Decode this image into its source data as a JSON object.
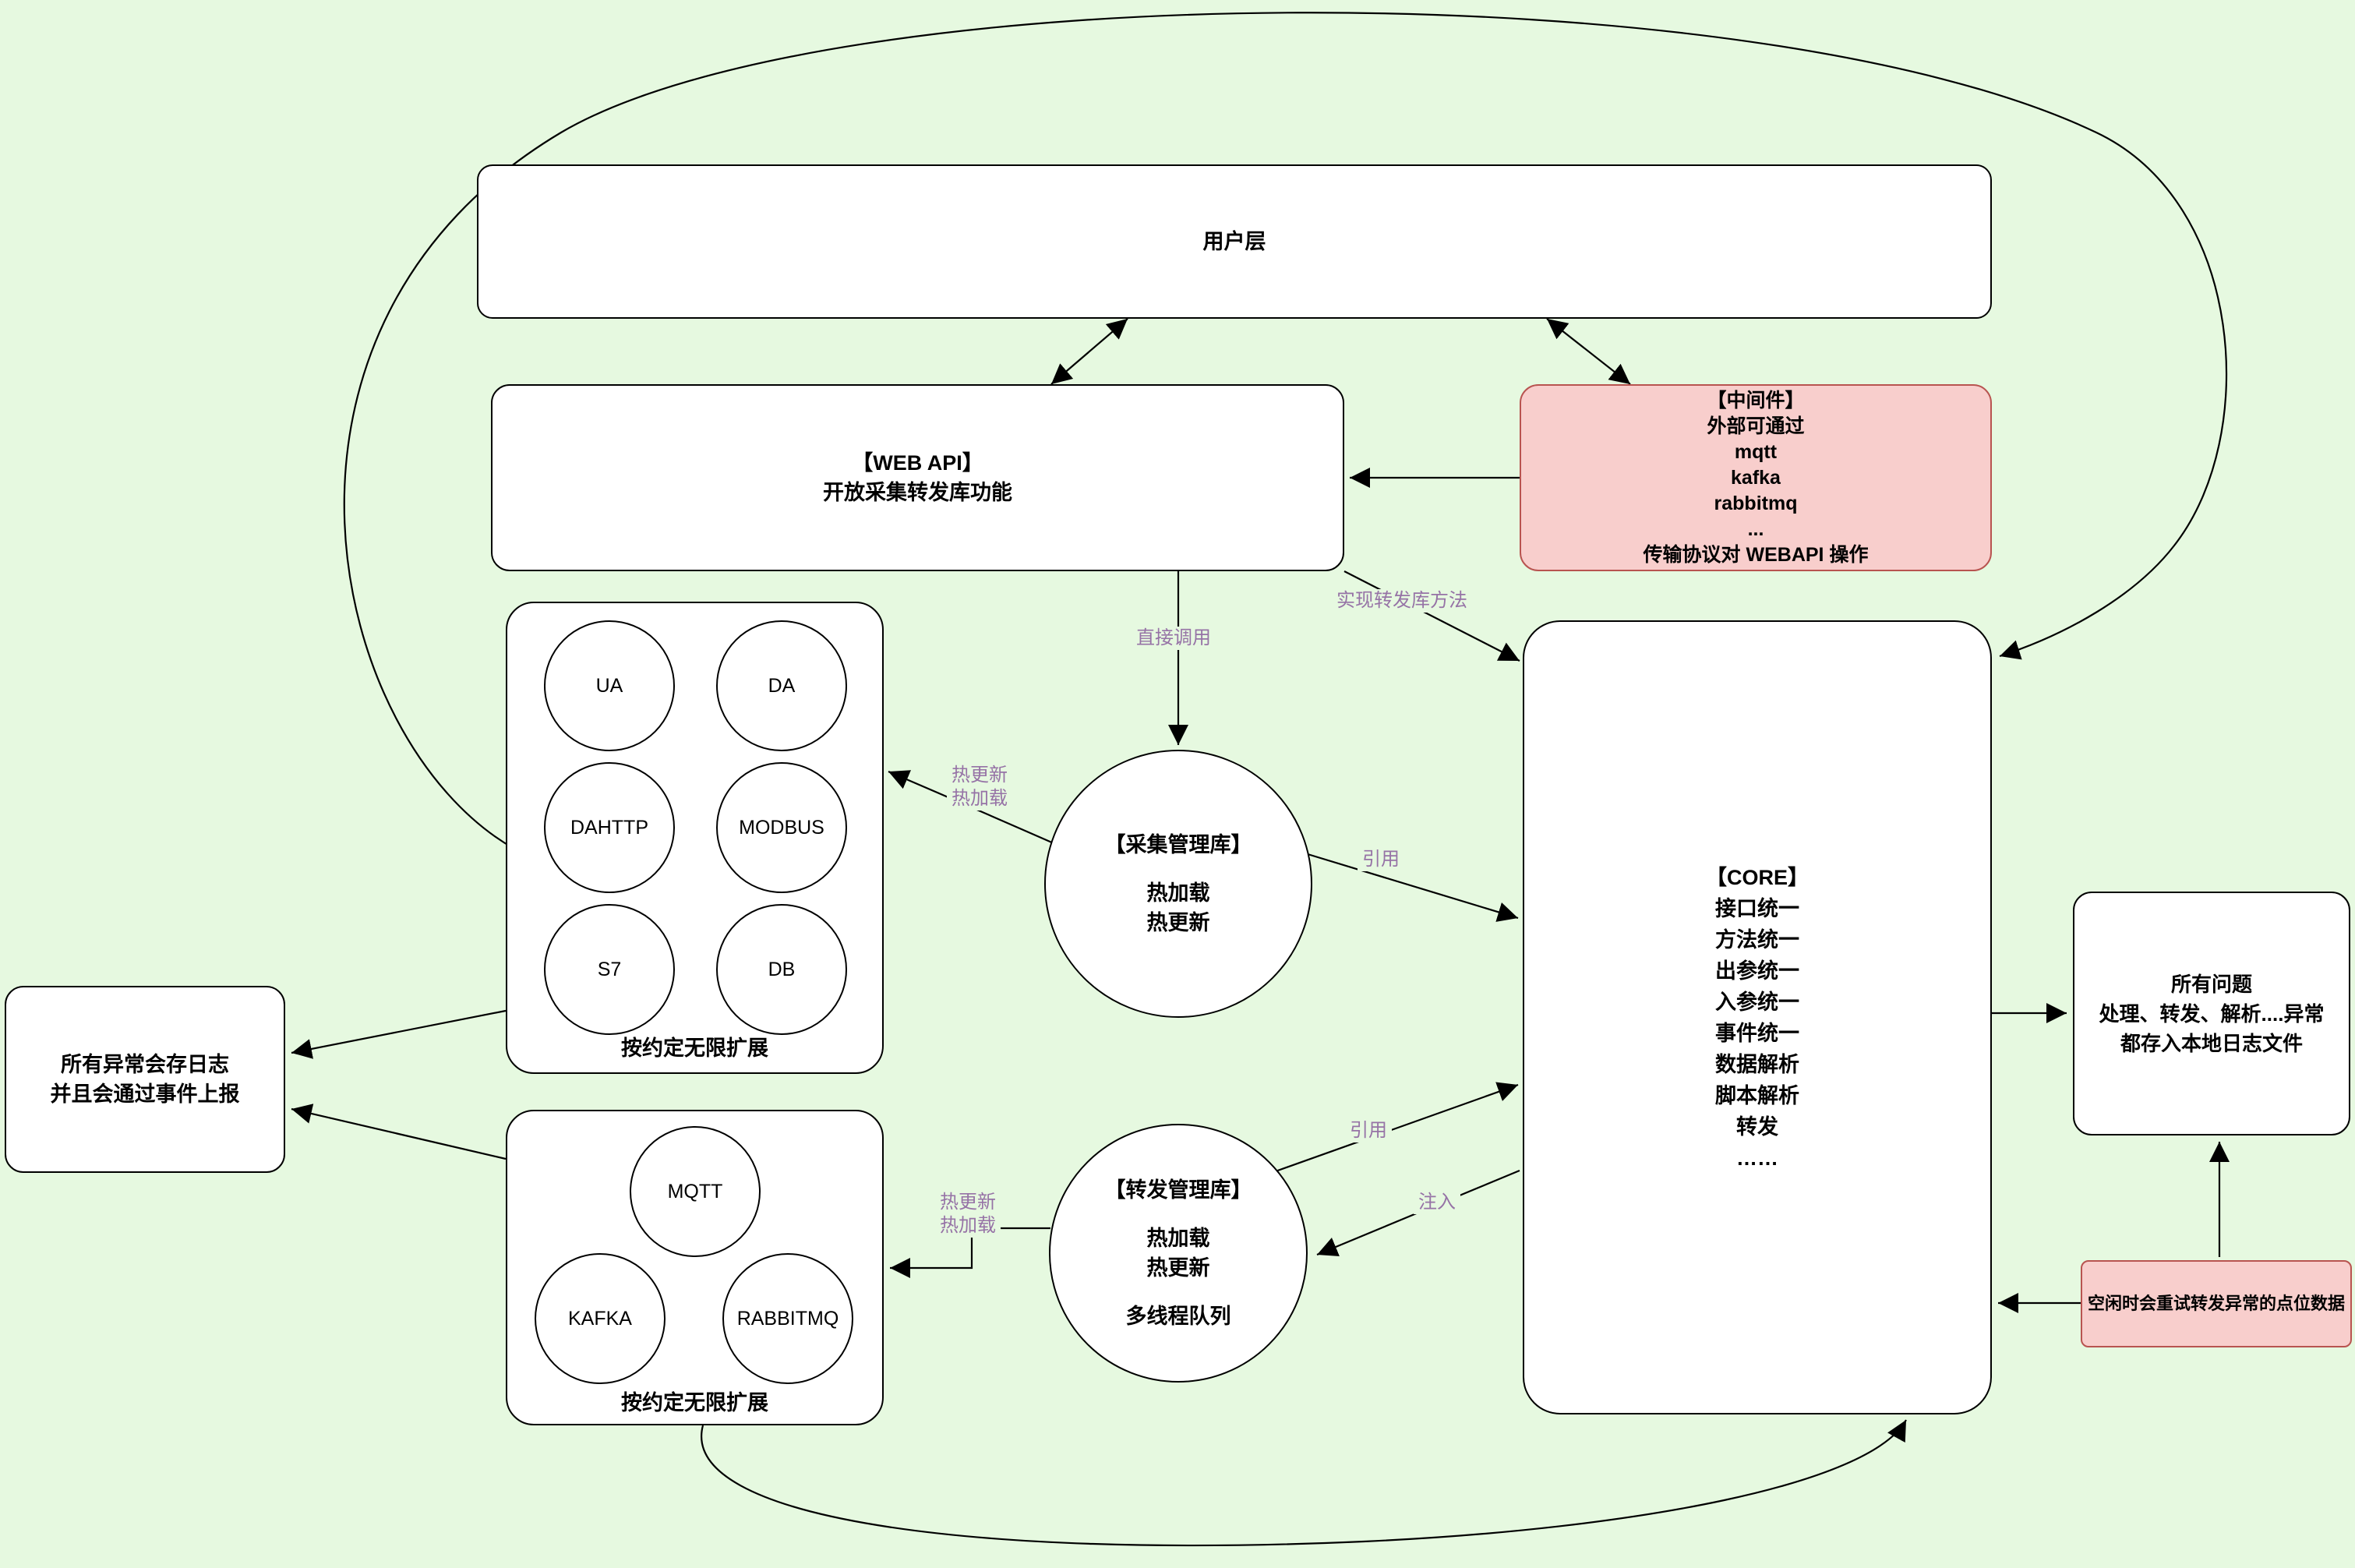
{
  "colors": {
    "background": "#e6f9e0",
    "node_fill": "#ffffff",
    "node_stroke": "#000000",
    "pink_fill": "#f8cecc",
    "pink_stroke": "#b85450",
    "edge_label": "#9673a6"
  },
  "nodes": {
    "user_layer": {
      "label": "用户层"
    },
    "web_api": {
      "lines": [
        "【WEB API】",
        "开放采集转发库功能"
      ]
    },
    "middleware": {
      "lines": [
        "【中间件】",
        "外部可通过",
        "mqtt",
        "kafka",
        "rabbitmq",
        "...",
        "传输协议对 WEBAPI 操作"
      ]
    },
    "collect_group": {
      "circles": [
        "UA",
        "DA",
        "DAHTTP",
        "MODBUS",
        "S7",
        "DB"
      ],
      "caption": "按约定无限扩展"
    },
    "collect_manager": {
      "lines": [
        "【采集管理库】",
        "热加载",
        "热更新"
      ]
    },
    "core": {
      "lines": [
        "【CORE】",
        "接口统一",
        "方法统一",
        "出参统一",
        "入参统一",
        "事件统一",
        "数据解析",
        "脚本解析",
        "转发",
        "……"
      ]
    },
    "exception_log": {
      "lines": [
        "所有异常会存日志",
        "并且会通过事件上报"
      ]
    },
    "forward_group": {
      "circles": [
        "MQTT",
        "KAFKA",
        "RABBITMQ"
      ],
      "caption": "按约定无限扩展"
    },
    "forward_manager": {
      "lines": [
        "【转发管理库】",
        "热加载",
        "热更新",
        "多线程队列"
      ]
    },
    "problems": {
      "lines": [
        "所有问题",
        "处理、转发、解析....异常",
        "都存入本地日志文件"
      ]
    },
    "retry": {
      "label": "空闲时会重试转发异常的点位数据"
    }
  },
  "edge_labels": {
    "direct_call": "直接调用",
    "implement_forward": "实现转发库方法",
    "hot_update": "热更新",
    "hot_load": "热加载",
    "reference_collect": "引用",
    "reference_forward": "引用",
    "inject": "注入"
  }
}
